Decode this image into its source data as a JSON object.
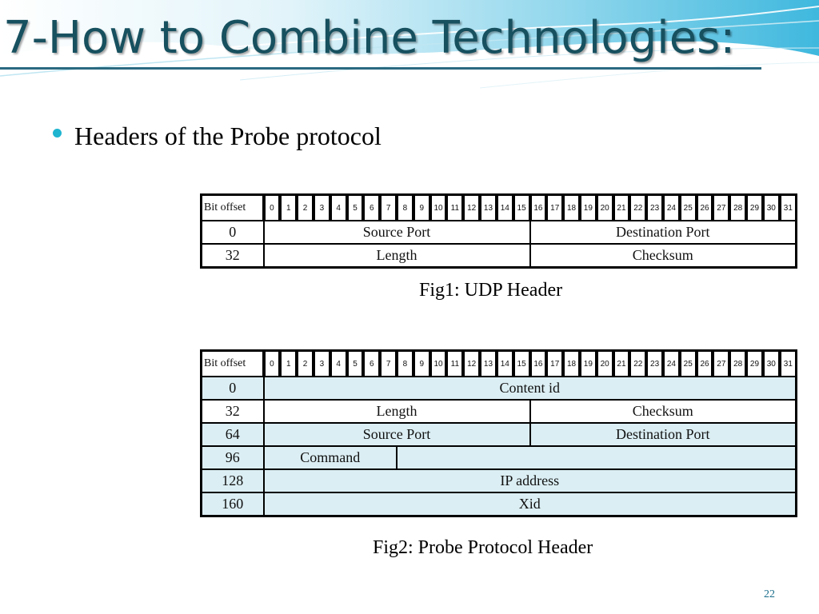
{
  "slide": {
    "title": "7-How to Combine Technologies:",
    "bullet": "Headers of the Probe protocol",
    "page_number": "22",
    "colors": {
      "title": "#17505f",
      "bullet": "#1fb5d0",
      "probe_cells": "#dbeef3"
    }
  },
  "bit_header": {
    "label": "Bit offset",
    "bits": [
      "0",
      "1",
      "2",
      "3",
      "4",
      "5",
      "6",
      "7",
      "8",
      "9",
      "10",
      "11",
      "12",
      "13",
      "14",
      "15",
      "16",
      "17",
      "18",
      "19",
      "20",
      "21",
      "22",
      "23",
      "24",
      "25",
      "26",
      "27",
      "28",
      "29",
      "30",
      "31"
    ]
  },
  "udp": {
    "caption": "Fig1: UDP Header",
    "rows": [
      {
        "offset": "0",
        "fields": [
          "Source Port",
          "Destination Port"
        ]
      },
      {
        "offset": "32",
        "fields": [
          "Length",
          "Checksum"
        ]
      }
    ]
  },
  "probe": {
    "caption": "Fig2: Probe Protocol Header",
    "rows": [
      {
        "offset": "0",
        "fields": [
          "Content id"
        ]
      },
      {
        "offset": "32",
        "fields": [
          "Length",
          "Checksum"
        ]
      },
      {
        "offset": "64",
        "fields": [
          "Source Port",
          "Destination Port"
        ]
      },
      {
        "offset": "96",
        "fields": [
          "Command",
          ""
        ]
      },
      {
        "offset": "128",
        "fields": [
          "IP address"
        ]
      },
      {
        "offset": "160",
        "fields": [
          "Xid"
        ]
      }
    ]
  }
}
